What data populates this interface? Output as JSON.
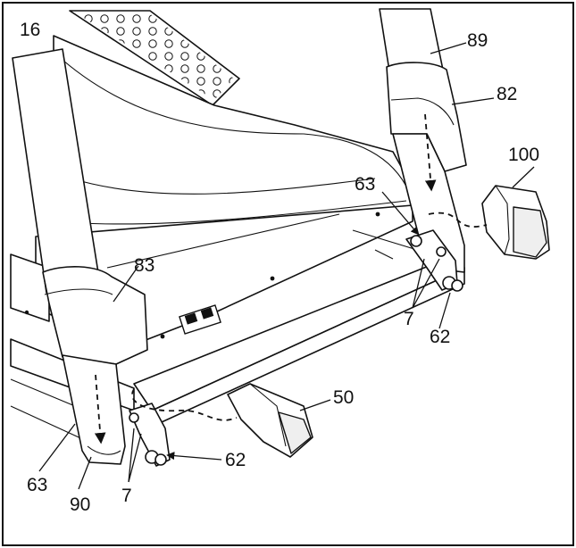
{
  "diagram": {
    "callouts": {
      "c16": "16",
      "c89": "89",
      "c82": "82",
      "c100": "100",
      "c63_upper": "63",
      "c83": "83",
      "c7_upper": "7",
      "c62_upper": "62",
      "c50": "50",
      "c62_lower": "62",
      "c63_lower": "63",
      "c90": "90",
      "c7_lower": "7"
    },
    "icons": {
      "arrow": "dashed-arrow-icon",
      "bolt": "bolt-icon"
    }
  }
}
